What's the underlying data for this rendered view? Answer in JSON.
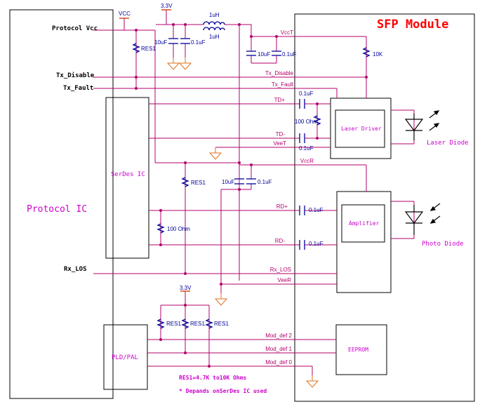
{
  "colors": {
    "wire": "#b3006b",
    "box": "#000000",
    "component": "#000099",
    "supply": "#cc3300",
    "title": "#ff0000",
    "note": "#cc00cc",
    "ground": "#e07020"
  },
  "blocks": {
    "protocol_ic": "Protocol IC",
    "serdes_ic": "SerDes IC",
    "pld_pal": "PLD/PAL",
    "sfp_module": "SFP Module",
    "laser_driver": "Laser Driver",
    "amplifier": "Amplifier",
    "eeprom": "EEPROM",
    "laser_diode": "Laser Diode",
    "photo_diode": "Photo Diode"
  },
  "pins": {
    "protocol_vcc": "Protocol Vcc",
    "tx_disable": "Tx_Disable",
    "tx_fault": "Tx_Fault",
    "rx_los": "Rx_LOS"
  },
  "signals": {
    "vcct": "VccT",
    "tx_disable": "Tx_Disable",
    "tx_fault": "Tx_Fault",
    "td_plus": "TD+",
    "td_minus": "TD-",
    "veet": "VeeT",
    "vccr": "VccR",
    "rd_plus": "RD+",
    "rd_minus": "RD-",
    "rx_los": "Rx_LOS",
    "veer": "VeeR",
    "mod_def2": "Mod_def 2",
    "mod_def1": "Mod_def 1",
    "mod_def0": "Mod_def 0"
  },
  "components": {
    "vcc": "VCC",
    "v33_top": "3.3V",
    "v33_bottom": "3.3V",
    "l1": "1uH",
    "l2": "1uH",
    "c_10u_a": "10uF",
    "c_01u_a": "0.1uF",
    "c_10u_b": "10uF",
    "c_01u_b": "0.1uF",
    "r_10k": "10K",
    "res1_top": "RES1",
    "c_td_plus": "0.1uF",
    "r_100_tx": "100 Ohm",
    "c_td_minus": "0.1uF",
    "res1_mid": "RES1",
    "c_10u_c": "10uF",
    "c_01u_c": "0.1uF",
    "c_rd_plus": "0.1uF",
    "r_100_rx": "100 Ohm",
    "c_rd_minus": "0.1uF",
    "res1_a": "RES1",
    "res1_b": "RES1",
    "res1_c": "RES1"
  },
  "notes": {
    "res_range": "RES1=4.7K to10K Ohms",
    "depends": "* Depands onSerDes IC used"
  }
}
